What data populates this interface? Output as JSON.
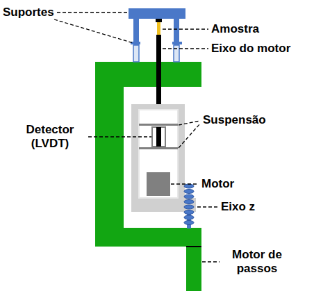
{
  "diagram": {
    "labels": [
      "Suportes",
      "Amostra",
      "Eixo do motor",
      "Detector (LVDT)",
      "Suspensão",
      "Motor",
      "Eixo z",
      "Motor de passos"
    ]
  }
}
